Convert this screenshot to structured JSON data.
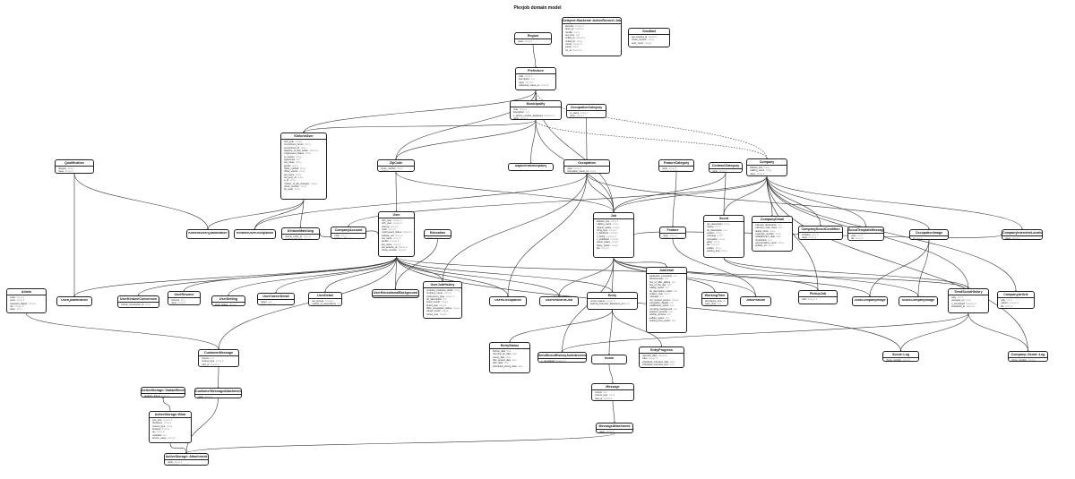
{
  "title": "Plexjob domain model",
  "entities": {
    "region": {
      "name": "Region",
      "fields": [
        {
          "n": "name",
          "t": "string #"
        }
      ]
    },
    "delayed_job": {
      "name": "Delayed::Backend::ActiveRecord::Job",
      "fields": [
        {
          "n": "attempts",
          "t": "integer #"
        },
        {
          "n": "failed_at",
          "t": "datetime"
        },
        {
          "n": "handler",
          "t": "text #"
        },
        {
          "n": "last_error",
          "t": "text"
        },
        {
          "n": "locked_at",
          "t": "datetime"
        },
        {
          "n": "locked_by",
          "t": "string"
        },
        {
          "n": "priority",
          "t": "integer #"
        },
        {
          "n": "queue",
          "t": "string"
        },
        {
          "n": "run_at",
          "t": "datetime"
        }
      ]
    },
    "sms_mail": {
      "name": "SmsMail",
      "fields": [
        {
          "n": "last_created_at",
          "t": "datetime"
        },
        {
          "n": "phone_number",
          "t": "string"
        },
        {
          "n": "send_count",
          "t": "integer"
        }
      ]
    },
    "prefecture": {
      "name": "Prefecture",
      "fields": [
        {
          "n": "code",
          "t": "string #"
        },
        {
          "n": "description",
          "t": "text"
        },
        {
          "n": "name",
          "t": "string #"
        },
        {
          "n": "prefecture_name_en",
          "t": "string #"
        }
      ]
    },
    "municipality": {
      "name": "Municipality",
      "fields": [
        {
          "n": "code",
          "t": "string #"
        },
        {
          "n": "description",
          "t": "text"
        },
        {
          "n": "is_phone_number_displayed",
          "t": "boolean #"
        },
        {
          "n": "name",
          "t": "string #"
        }
      ]
    },
    "occupation_category": {
      "name": "OccupationCategory",
      "fields": [
        {
          "n": "en_name",
          "t": "string #"
        },
        {
          "n": "name",
          "t": "string #"
        }
      ]
    },
    "kintone_user": {
      "name": "KintoneUser",
      "fields": [
        {
          "n": "birth_year",
          "t": "integer"
        },
        {
          "n": "commitment_hours",
          "t": "string"
        },
        {
          "n": "commitment_fit",
          "t": "string"
        },
        {
          "n": "datetime_of_last_action",
          "t": "datetime"
        },
        {
          "n": "employment_status",
          "t": "string"
        },
        {
          "n": "ec_reason",
          "t": "string"
        },
        {
          "n": "experience",
          "t": "text"
        },
        {
          "n": "first_name",
          "t": "string"
        },
        {
          "n": "gender",
          "t": "string"
        },
        {
          "n": "inflow_method",
          "t": "string"
        },
        {
          "n": "inflow_source",
          "t": "string"
        },
        {
          "n": "last_name",
          "t": "string"
        },
        {
          "n": "last_sent_at",
          "t": "string"
        },
        {
          "n": "le_id",
          "t": "string"
        },
        {
          "n": "number_of_job_changes",
          "t": "integer"
        },
        {
          "n": "phone_number",
          "t": "string"
        },
        {
          "n": "zip_code",
          "t": "string"
        }
      ]
    },
    "qualification": {
      "name": "Qualification",
      "fields": [
        {
          "n": "category",
          "t": "string"
        },
        {
          "n": "name",
          "t": "string #"
        }
      ]
    },
    "zip_code": {
      "name": "ZipCode",
      "fields": [
        {
          "n": "house_number",
          "t": "string"
        },
        {
          "n": "location",
          "t": "geography"
        }
      ]
    },
    "adjacent_municipality": {
      "name": "AdjacentMunicipality",
      "fields": []
    },
    "occupation": {
      "name": "Occupation",
      "fields": [
        {
          "n": "name",
          "t": "string #"
        },
        {
          "n": "occupation_name_en",
          "t": "string"
        }
      ]
    },
    "feature_category": {
      "name": "FeatureCategory",
      "fields": [
        {
          "n": "name",
          "t": "string #"
        },
        {
          "n": "search_operator",
          "t": "string #"
        }
      ]
    },
    "contract_category": {
      "name": "ContractCategory",
      "fields": [
        {
          "n": "name",
          "t": "string #"
        }
      ]
    },
    "company": {
      "name": "Company",
      "fields": [
        {
          "n": "address_line",
          "t": "string"
        },
        {
          "n": "building_name",
          "t": "string"
        },
        {
          "n": "name",
          "t": "string #"
        }
      ]
    },
    "company_detail": {
      "name": "CompanyDetail",
      "fields": [
        {
          "n": "business_description",
          "t": "text"
        },
        {
          "n": "business_main_client",
          "t": "text"
        },
        {
          "n": "capital_stock",
          "t": "string"
        },
        {
          "n": "employee_number",
          "t": "string"
        },
        {
          "n": "establishment_date",
          "t": "date"
        },
        {
          "n": "introduction",
          "t": "text"
        },
        {
          "n": "representative_name",
          "t": "string"
        },
        {
          "n": "website_url",
          "t": "string"
        }
      ]
    },
    "company_scout_condition": {
      "name": "CompanyScoutCondition",
      "fields": [
        {
          "n": "condition",
          "t": "json #"
        },
        {
          "n": "name",
          "t": "string #"
        }
      ]
    },
    "scout_template_message": {
      "name": "ScoutTemplateMessage",
      "fields": [
        {
          "n": "body",
          "t": "text #"
        },
        {
          "n": "title",
          "t": "string #"
        }
      ]
    },
    "occupation_image": {
      "name": "OccupationImage",
      "fields": [
        {
          "n": "url",
          "t": "text #"
        }
      ]
    },
    "company_interview_location": {
      "name": "CompanyInterviewLocation",
      "fields": [
        {
          "n": "name",
          "t": "string #"
        }
      ]
    },
    "kintone_user_qualification": {
      "name": "KintoneUserQualification",
      "fields": []
    },
    "kintone_user_occupation": {
      "name": "KintoneUserOccupation",
      "fields": []
    },
    "kintone_matching": {
      "name": "KintoneMatching",
      "fields": [
        {
          "n": "kintone_entity_id",
          "t": "string #"
        },
        {
          "n": "suggest_job_date",
          "t": "date #"
        }
      ]
    },
    "company_account": {
      "name": "CompanyAccount",
      "fields": [
        {
          "n": "email",
          "t": "string"
        },
        {
          "n": "firebase_uid",
          "t": "string"
        }
      ]
    },
    "user": {
      "name": "User",
      "fields": [
        {
          "n": "birth_type",
          "t": "integer #"
        },
        {
          "n": "birth_year",
          "t": "integer #"
        },
        {
          "n": "channel",
          "t": "string #"
        },
        {
          "n": "email",
          "t": "string #"
        },
        {
          "n": "employment_status",
          "t": "integer #"
        },
        {
          "n": "firebase_uid",
          "t": "string #"
        },
        {
          "n": "first_name",
          "t": "string #"
        },
        {
          "n": "gender",
          "t": "integer #"
        },
        {
          "n": "last_name",
          "t": "string #"
        },
        {
          "n": "last_session_at",
          "t": "datetime"
        },
        {
          "n": "phone_number",
          "t": "string #"
        }
      ]
    },
    "education": {
      "name": "Education",
      "fields": [
        {
          "n": "name",
          "t": "string #"
        }
      ]
    },
    "job": {
      "name": "Job",
      "fields": [
        {
          "n": "address_line",
          "t": "string #"
        },
        {
          "n": "building_name",
          "t": "string"
        },
        {
          "n": "highest_salary",
          "t": "integer"
        },
        {
          "n": "hiring_type",
          "t": "string #"
        },
        {
          "n": "is_fieldwork",
          "t": "boolean"
        },
        {
          "n": "is_hiring",
          "t": "boolean #"
        },
        {
          "n": "is_published",
          "t": "boolean"
        },
        {
          "n": "lowest_salary",
          "t": "integer"
        },
        {
          "n": "salary_option",
          "t": "integer"
        },
        {
          "n": "title",
          "t": "string #"
        }
      ]
    },
    "feature": {
      "name": "Feature",
      "fields": [
        {
          "n": "name",
          "t": "string #"
        },
        {
          "n": "position_in_category",
          "t": "integer"
        }
      ]
    },
    "scout": {
      "name": "Scout",
      "fields": [
        {
          "n": "can_description",
          "t": "string"
        },
        {
          "n": "closing",
          "t": "text #"
        },
        {
          "n": "job_description",
          "t": "text"
        },
        {
          "n": "location",
          "t": "string"
        },
        {
          "n": "message",
          "t": "text #"
        },
        {
          "n": "occupation",
          "t": "string"
        },
        {
          "n": "salary",
          "t": "string"
        },
        {
          "n": "title",
          "t": "string #"
        },
        {
          "n": "welfare",
          "t": "string"
        },
        {
          "n": "working_time",
          "t": "string"
        }
      ]
    },
    "admin": {
      "name": "Admin",
      "fields": [
        {
          "n": "email",
          "t": "string #"
        },
        {
          "n": "name",
          "t": "string #"
        },
        {
          "n": "password_digest",
          "t": "string #"
        },
        {
          "n": "role",
          "t": "integer #"
        },
        {
          "n": "token",
          "t": "string"
        }
      ]
    },
    "user_qualification": {
      "name": "UserQualification",
      "fields": []
    },
    "user_kintone_conversion": {
      "name": "UserKintoneConversion",
      "fields": [
        {
          "n": "kintone_conversion_id",
          "t": "string"
        }
      ]
    },
    "user_resume": {
      "name": "UserResume",
      "fields": [
        {
          "n": "contents",
          "t": "json"
        },
        {
          "n": "name",
          "t": "string #"
        },
        {
          "n": "keyword",
          "t": "text #"
        }
      ]
    },
    "user_setting": {
      "name": "UserSetting",
      "fields": [
        {
          "n": "scout_status",
          "t": "string #"
        }
      ]
    },
    "user_career_detail": {
      "name": "UserCareerDetail",
      "fields": [
        {
          "n": "career",
          "t": "json"
        },
        {
          "n": "name",
          "t": "string #"
        }
      ]
    },
    "user_detail": {
      "name": "UserDetail",
      "fields": [
        {
          "n": "has_spouse",
          "t": "boolean"
        },
        {
          "n": "number_of_dependents",
          "t": "integer"
        },
        {
          "n": "self_pr",
          "t": "text"
        }
      ]
    },
    "user_educational_background": {
      "name": "UserEducationalBackground",
      "fields": [
        {
          "n": "graduation_month",
          "t": "integer"
        },
        {
          "n": "graduation_status",
          "t": "integer"
        },
        {
          "n": "graduation_year",
          "t": "integer"
        },
        {
          "n": "school_name",
          "t": "string"
        }
      ]
    },
    "user_job_history": {
      "name": "UserJobHistory",
      "fields": [
        {
          "n": "company_business_detail",
          "t": "string"
        },
        {
          "n": "company_name",
          "t": "string #"
        },
        {
          "n": "employment_type",
          "t": "integer #"
        },
        {
          "n": "job_description",
          "t": "text"
        },
        {
          "n": "joined_month",
          "t": "integer"
        },
        {
          "n": "joined_year",
          "t": "integer"
        },
        {
          "n": "office_occupation_status",
          "t": "integer"
        },
        {
          "n": "retired_month",
          "t": "integer"
        },
        {
          "n": "retired_year",
          "t": "integer"
        }
      ]
    },
    "users_occupation": {
      "name": "UsersOccupation",
      "fields": []
    },
    "users_favorite_job": {
      "name": "UsersFavoriteJob",
      "fields": []
    },
    "entry": {
      "name": "Entry",
      "fields": [
        {
          "n": "current_status",
          "t": "integer #"
        },
        {
          "n": "desiring_interview_datetimes_text",
          "t": "text"
        }
      ]
    },
    "job_detail": {
      "name": "JobDetail",
      "fields": [
        {
          "n": "application_procedure",
          "t": "text"
        },
        {
          "n": "attractiveness",
          "t": "text"
        },
        {
          "n": "flow_of_offer_talking",
          "t": "text"
        },
        {
          "n": "flow_of_the_day",
          "t": "text"
        },
        {
          "n": "holiday_option",
          "t": "text"
        },
        {
          "n": "job_description_option",
          "t": "text"
        },
        {
          "n": "location_note",
          "t": "text #"
        },
        {
          "n": "message",
          "t": "text"
        },
        {
          "n": "min_number_person",
          "t": "integer"
        },
        {
          "n": "occupation_details",
          "t": "text"
        },
        {
          "n": "qualification_option",
          "t": "text"
        },
        {
          "n": "recruiting_background",
          "t": "text"
        },
        {
          "n": "selection_process",
          "t": "text"
        },
        {
          "n": "subtitle_process",
          "t": "text"
        },
        {
          "n": "welfare_option",
          "t": "text"
        },
        {
          "n": "working_time_option",
          "t": "text"
        }
      ]
    },
    "working_time": {
      "name": "WorkingTime",
      "fields": [
        {
          "n": "attendance_time",
          "t": "time"
        },
        {
          "n": "leave_time",
          "t": "time"
        }
      ]
    },
    "jobs_feature": {
      "name": "JobsFeature",
      "fields": []
    },
    "pickup_job": {
      "name": "PickupJob",
      "fields": [
        {
          "n": "order",
          "t": "integer #"
        }
      ]
    },
    "jobs_company_image": {
      "name": "JobsCompanyImage",
      "fields": []
    },
    "scout_company_image": {
      "name": "ScoutCompanyImage",
      "fields": []
    },
    "send_scout_history": {
      "name": "SendScoutHistory",
      "fields": [
        {
          "n": "body",
          "t": "text #"
        },
        {
          "n": "message_url",
          "t": "string"
        },
        {
          "n": "is_completed",
          "t": "boolean #"
        },
        {
          "n": "scheduled_at",
          "t": "datetime"
        }
      ]
    },
    "company_article": {
      "name": "CompanyArticle",
      "fields": [
        {
          "n": "body",
          "t": "text #"
        },
        {
          "n": "position",
          "t": "integer #"
        },
        {
          "n": "title",
          "t": "string #"
        }
      ]
    },
    "customer_message": {
      "name": "CustomerMessage",
      "fields": [
        {
          "n": "content",
          "t": "text"
        },
        {
          "n": "content_type",
          "t": "string #"
        },
        {
          "n": "read_at",
          "t": "datetime"
        }
      ]
    },
    "entry_status": {
      "name": "EntryStatus",
      "fields": [
        {
          "n": "decline_date",
          "t": "date"
        },
        {
          "n": "interview_ok_date",
          "t": "date"
        },
        {
          "n": "joining_date",
          "t": "date"
        },
        {
          "n": "offer_accept_date",
          "t": "date"
        },
        {
          "n": "offer_date",
          "t": "date"
        },
        {
          "n": "scheduled_joining_date",
          "t": "date"
        }
      ]
    },
    "send_scout_history_job_interview": {
      "name": "SendScoutHistoryJobInterview",
      "fields": [
        {
          "n": "is_completed",
          "t": "boolean #"
        }
      ]
    },
    "room": {
      "name": "Room",
      "fields": []
    },
    "entry_progress": {
      "name": "EntryProgress",
      "fields": [
        {
          "n": "interview_date",
          "t": "datetime"
        },
        {
          "n": "order",
          "t": "integer #"
        },
        {
          "n": "scheduled_interview_date",
          "t": "date"
        },
        {
          "n": "scheduled_interview_time",
          "t": "time"
        }
      ]
    },
    "scout_log": {
      "name": "Scout::Log",
      "fields": [
        {
          "n": "phone_number",
          "t": "string #"
        }
      ]
    },
    "company_scout_log": {
      "name": "Company::Scout::Log",
      "fields": [
        {
          "n": "phone_number",
          "t": "string #"
        }
      ]
    },
    "as_variant_record": {
      "name": "ActiveStorage::VariantRecord",
      "fields": [
        {
          "n": "variation_digest",
          "t": "string #"
        }
      ]
    },
    "customer_message_attachment": {
      "name": "CustomerMessageAttachment",
      "fields": [
        {
          "n": "name",
          "t": "string #"
        }
      ]
    },
    "message": {
      "name": "Message",
      "fields": [
        {
          "n": "content",
          "t": "text"
        },
        {
          "n": "content_type",
          "t": "string"
        },
        {
          "n": "read_at",
          "t": "datetime"
        }
      ]
    },
    "as_blob": {
      "name": "ActiveStorage::Blob",
      "fields": [
        {
          "n": "byte_size",
          "t": "integer #"
        },
        {
          "n": "checksum",
          "t": "string #"
        },
        {
          "n": "content_type",
          "t": "string"
        },
        {
          "n": "filename",
          "t": "string #"
        },
        {
          "n": "key",
          "t": "string #"
        },
        {
          "n": "metadata",
          "t": "text"
        },
        {
          "n": "service_name",
          "t": "string #"
        }
      ]
    },
    "message_attachment": {
      "name": "MessageAttachment",
      "fields": [
        {
          "n": "name",
          "t": "string #"
        }
      ]
    },
    "as_attachment": {
      "name": "ActiveStorage::Attachment",
      "fields": [
        {
          "n": "name",
          "t": "string #"
        },
        {
          "n": "record_type",
          "t": "string #"
        }
      ]
    }
  }
}
